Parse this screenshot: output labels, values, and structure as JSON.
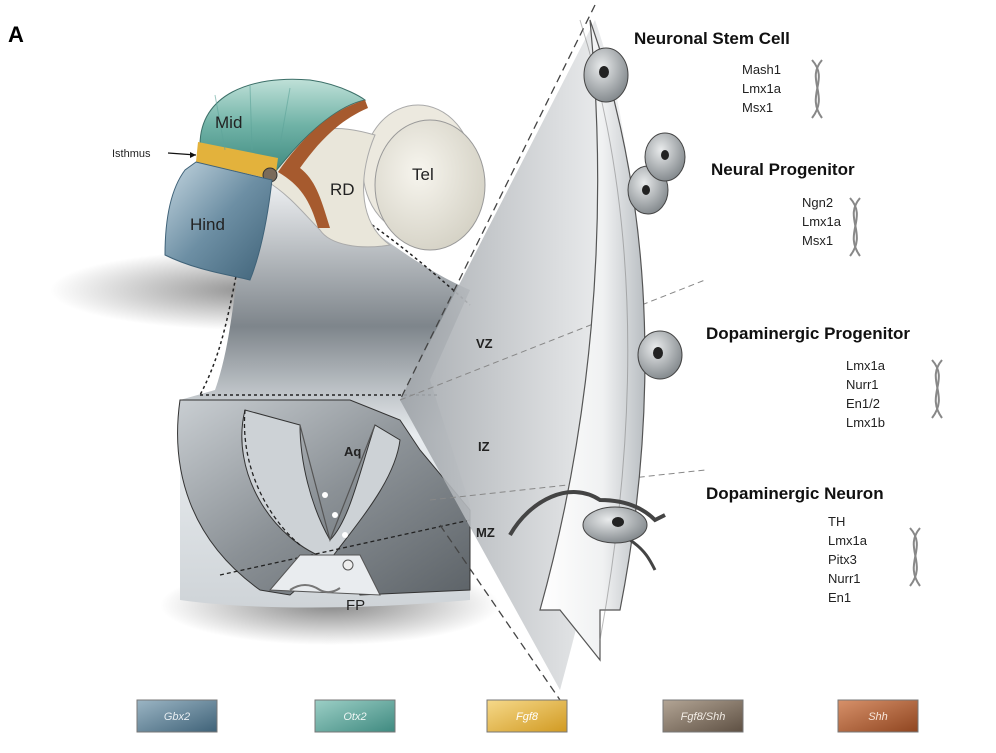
{
  "panel_label": "A",
  "brain_regions": {
    "mid": "Mid",
    "hind": "Hind",
    "tel": "Tel",
    "rd": "RD",
    "isthmus": "Isthmus"
  },
  "section_labels": {
    "aq": "Aq",
    "fp": "FP",
    "vz": "VZ",
    "iz": "IZ",
    "mz": "MZ"
  },
  "stages": [
    {
      "title": "Neuronal Stem Cell",
      "genes": [
        "Mash1",
        "Lmx1a",
        "Msx1"
      ]
    },
    {
      "title": "Neural Progenitor",
      "genes": [
        "Ngn2",
        "Lmx1a",
        "Msx1"
      ]
    },
    {
      "title": "Dopaminergic Progenitor",
      "genes": [
        "Lmx1a",
        "Nurr1",
        "En1/2",
        "Lmx1b"
      ]
    },
    {
      "title": "Dopaminergic Neuron",
      "genes": [
        "TH",
        "Lmx1a",
        "Pitx3",
        "Nurr1",
        "En1"
      ]
    }
  ],
  "legend": [
    {
      "label": "Gbx2",
      "color": "#4f7389",
      "text_color": "#e8eef2"
    },
    {
      "label": "Otx2",
      "color": "#4f9990",
      "text_color": "#eef6f4"
    },
    {
      "label": "Fgf8",
      "color": "#e3b23c",
      "text_color": "#ffffff"
    },
    {
      "label": "Fgf8/Shh",
      "color": "#7b6b5a",
      "text_color": "#f3ede6"
    },
    {
      "label": "Shh",
      "color": "#a65a2e",
      "text_color": "#f8e7db"
    }
  ],
  "colors": {
    "gbx2": "#4f7389",
    "otx2": "#4f9990",
    "fgf8": "#e3b23c",
    "shh": "#a65a2e",
    "tissue": "#8a9096"
  }
}
